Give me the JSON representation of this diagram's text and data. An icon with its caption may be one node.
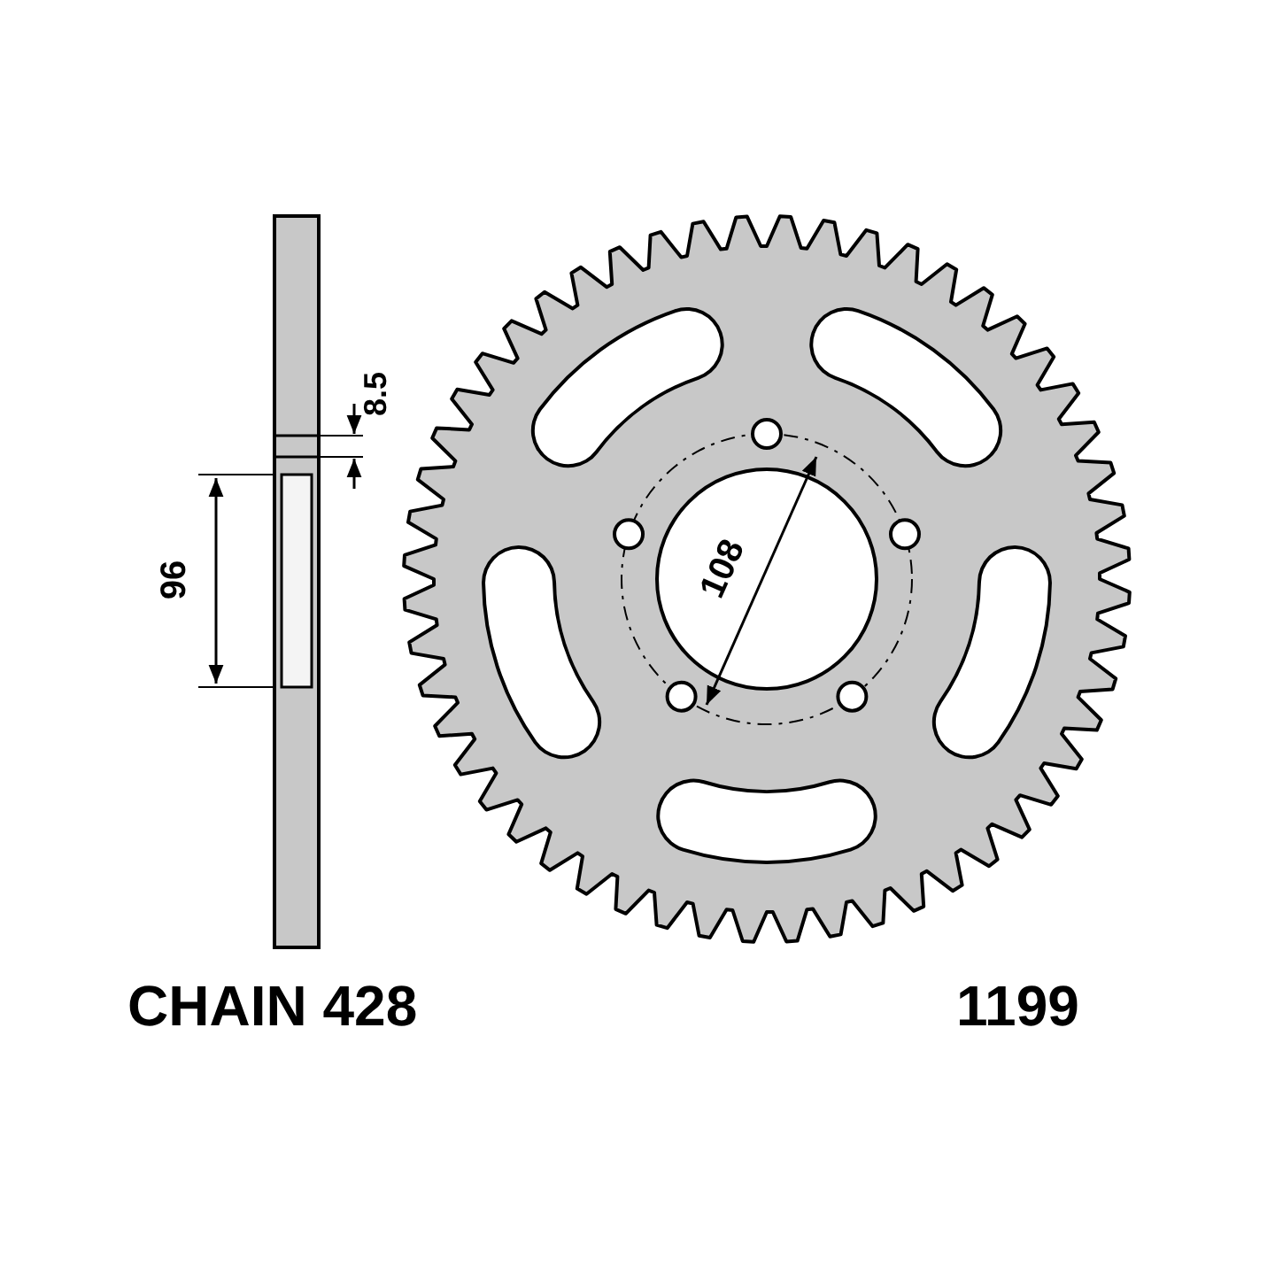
{
  "diagram": {
    "labels": [
      "8.5",
      "96",
      "108",
      "CHAIN 428",
      "1199"
    ]
  }
}
